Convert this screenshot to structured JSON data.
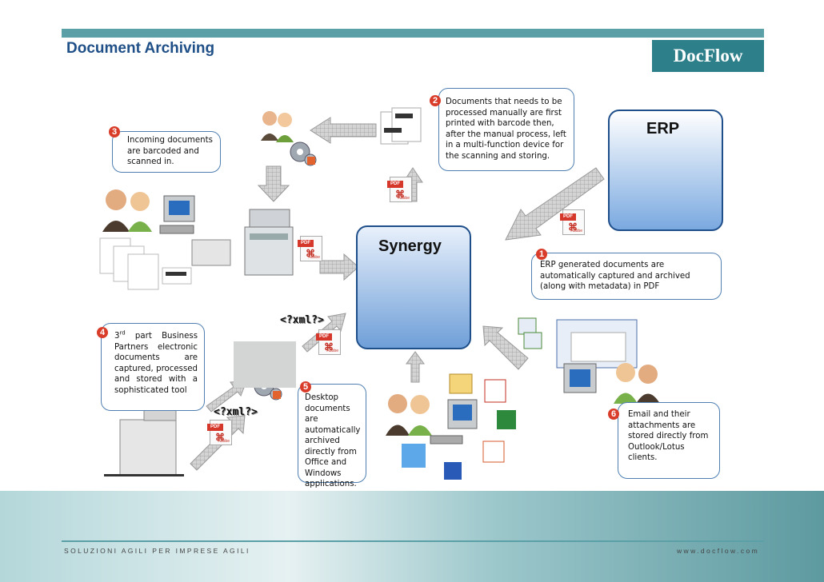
{
  "header": {
    "title": "Document Archiving",
    "logo": "DocFlow"
  },
  "nodes": {
    "erp": "ERP",
    "synergy": "Synergy"
  },
  "callouts": [
    {
      "num": "1",
      "text": "ERP generated documents  are automatically captured  and archived (along with metadata) in PDF"
    },
    {
      "num": "2",
      "text": "Documents that needs to be processed manually are first printed with barcode then, after the manual process, left in a multi-function device for the scanning and storing."
    },
    {
      "num": "3",
      "text": "Incoming documents are barcoded and scanned in."
    },
    {
      "num": "4",
      "text_pre": "3",
      "text_sup": "rd",
      "text": " part Business Partners electronic documents are captured, processed and stored with a sophisticated tool"
    },
    {
      "num": "5",
      "text": "Desktop documents are automatically archived directly from Office and Windows applications."
    },
    {
      "num": "6",
      "text": "Email and their attachments are stored directly from Outlook/Lotus clients."
    }
  ],
  "labels": {
    "xml": "<?xml?>",
    "pdf": "PDF",
    "adobe": "Adobe"
  },
  "footer": {
    "left": "SOLUZIONI AGILI PER IMPRESE AGILI",
    "right": "www.docflow.com"
  },
  "colors": {
    "accent": "#5aa0a6",
    "title": "#1e4f87",
    "badge": "#d93d2a",
    "box_border": "#1f4f8a"
  }
}
